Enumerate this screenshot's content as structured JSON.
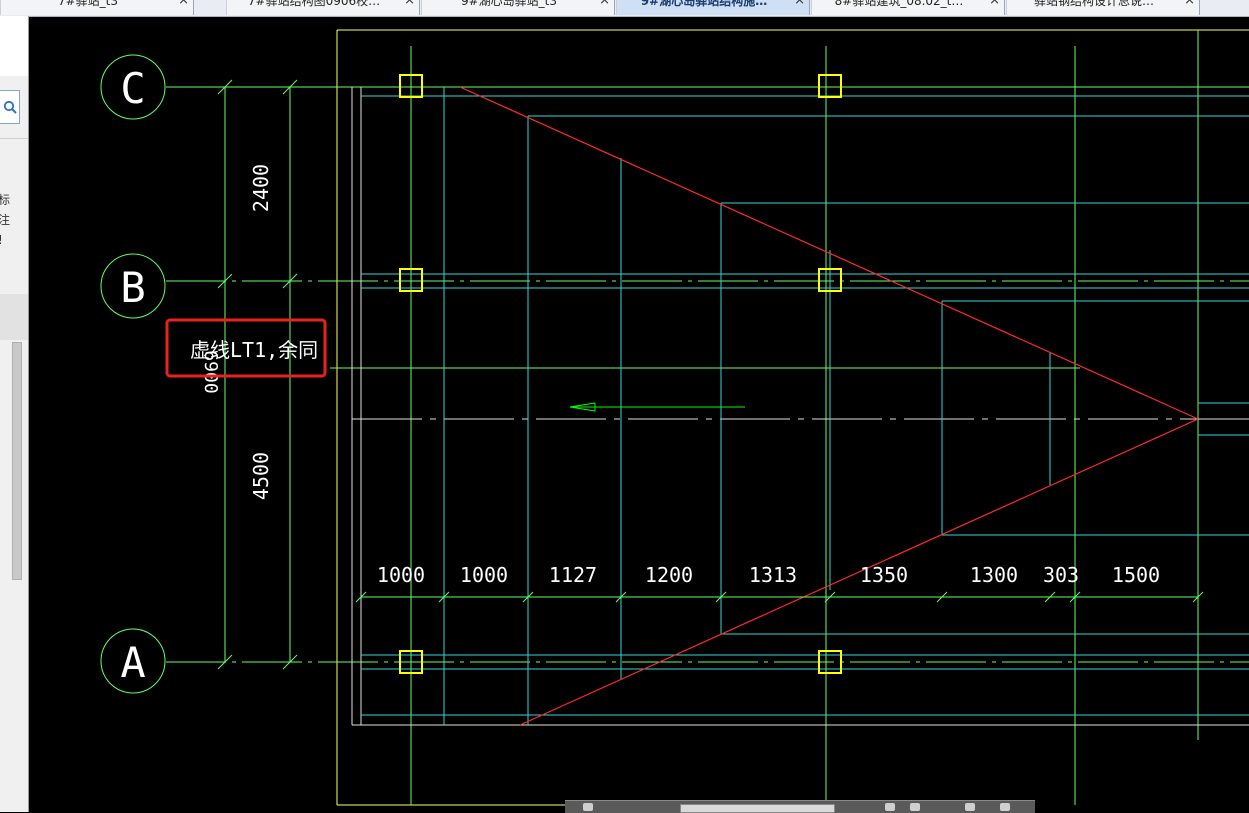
{
  "tabs": [
    {
      "label": "7#驿站_t3",
      "active": false
    },
    {
      "label": "7#驿站结构图0906校…",
      "active": false
    },
    {
      "label": "9#湖心岛驿站_t3",
      "active": false
    },
    {
      "label": "9#湖心岛驿站结构施…",
      "active": true
    },
    {
      "label": "8#驿站建筑_08.02_t…",
      "active": false
    },
    {
      "label": "驿站钢结构设计总说…",
      "active": false
    }
  ],
  "tab_close_glyph": "×",
  "left_panel": {
    "search_icon": "search-icon",
    "text_lines": [
      "标",
      "注",
      "!"
    ]
  },
  "drawing": {
    "grid_labels": [
      "C",
      "B",
      "A"
    ],
    "vertical_dimensions": [
      "2400",
      "4500"
    ],
    "partial_dimension": "6900",
    "annotation_text": "虚线LT1,余同",
    "horizontal_dimensions": [
      "1000",
      "1000",
      "1127",
      "1200",
      "1313",
      "1350",
      "1300",
      "303",
      "1500"
    ],
    "highlight_color": "#e8231f",
    "colors": {
      "axis": "#66ff66",
      "beam": "#33d6d6",
      "column": "#ffff00",
      "slope": "#ff2a2a",
      "frame": "#ffff66"
    }
  }
}
